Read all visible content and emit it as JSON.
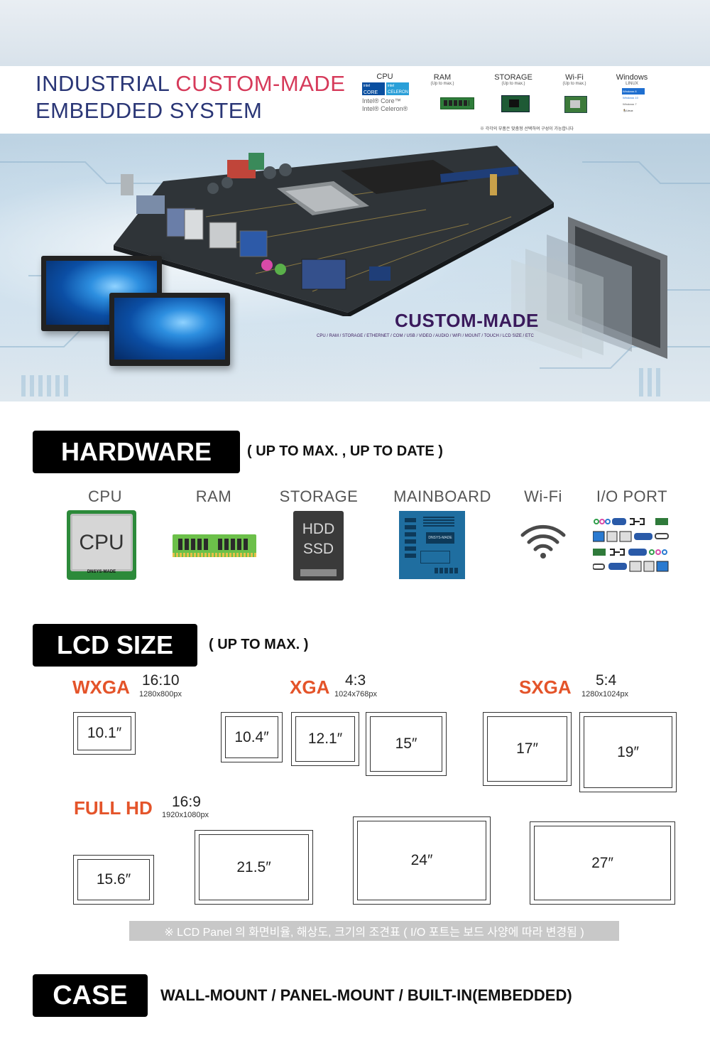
{
  "banner": {
    "title_line1_part1": "INDUSTRIAL ",
    "title_line1_accent": "CUSTOM-MADE",
    "title_line2": "EMBEDDED SYSTEM",
    "specs": {
      "cpu": {
        "label": "CPU",
        "line1": "Intel® Core™",
        "line2": "Intel® Celeron®",
        "badge1": "CORE",
        "badge2": "CELERON",
        "badge_brand": "intel"
      },
      "ram": {
        "label": "RAM",
        "sub": "(Up to max.)"
      },
      "storage": {
        "label": "STORAGE",
        "sub": "(Up to max.)"
      },
      "wifi": {
        "label": "Wi-Fi",
        "sub": "(Up to max.)"
      },
      "os": {
        "label": "Windows",
        "sub": "LINUX",
        "item1": "Windows 8",
        "item2": "Windows 10",
        "item3": "Windows 7",
        "item4": "Linux"
      }
    },
    "note": "※ 각각의 부품은 맞춤형 선택하여 구성이 가능합니다",
    "custom_title": "CUSTOM-MADE",
    "custom_sub": "CPU / RAM / STORAGE / ETHERNET / COM / USB / VIDEO / AUDIO / WIFI / MOUNT / TOUCH / LCD SIZE / ETC"
  },
  "hardware": {
    "title": "HARDWARE",
    "subtitle": "( UP TO MAX. , UP TO DATE )",
    "items": [
      {
        "label": "CPU",
        "icon": "cpu-chip-icon",
        "chip_text": "CPU",
        "chip_brand": "DNSYS-MADE"
      },
      {
        "label": "RAM",
        "icon": "ram-module-icon"
      },
      {
        "label": "STORAGE",
        "icon": "storage-drive-icon",
        "line1": "HDD",
        "line2": "SSD"
      },
      {
        "label": "MAINBOARD",
        "icon": "mainboard-icon",
        "brand": "DNSYS-MADE"
      },
      {
        "label": "Wi-Fi",
        "icon": "wifi-icon"
      },
      {
        "label": "I/O PORT",
        "icon": "io-port-icon"
      }
    ]
  },
  "lcd": {
    "title": "LCD SIZE",
    "subtitle": "( UP TO MAX. )",
    "groups": {
      "wxga": {
        "name": "WXGA",
        "ratio": "16:10",
        "res": "1280x800px",
        "sizes": [
          "10.1″"
        ]
      },
      "xga": {
        "name": "XGA",
        "ratio": "4:3",
        "res": "1024x768px",
        "sizes": [
          "10.4″",
          "12.1″",
          "15″"
        ]
      },
      "sxga": {
        "name": "SXGA",
        "ratio": "5:4",
        "res": "1280x1024px",
        "sizes": [
          "17″",
          "19″"
        ]
      },
      "fullhd": {
        "name": "FULL HD",
        "ratio": "16:9",
        "res": "1920x1080px",
        "sizes": [
          "15.6″",
          "21.5″",
          "24″",
          "27″"
        ]
      }
    },
    "footnote": "※ LCD Panel 의 화면비율, 해상도, 크기의 조견표 ( I/O 포트는 보드 사양에 따라 변경됨 )"
  },
  "case": {
    "title": "CASE",
    "text": "WALL-MOUNT / PANEL-MOUNT / BUILT-IN(EMBEDDED)"
  },
  "colors": {
    "title_navy": "#2a3676",
    "title_accent": "#d63a5a",
    "resolution_orange": "#e4542a",
    "custom_purple": "#3a1a5c",
    "section_black": "#000000"
  }
}
